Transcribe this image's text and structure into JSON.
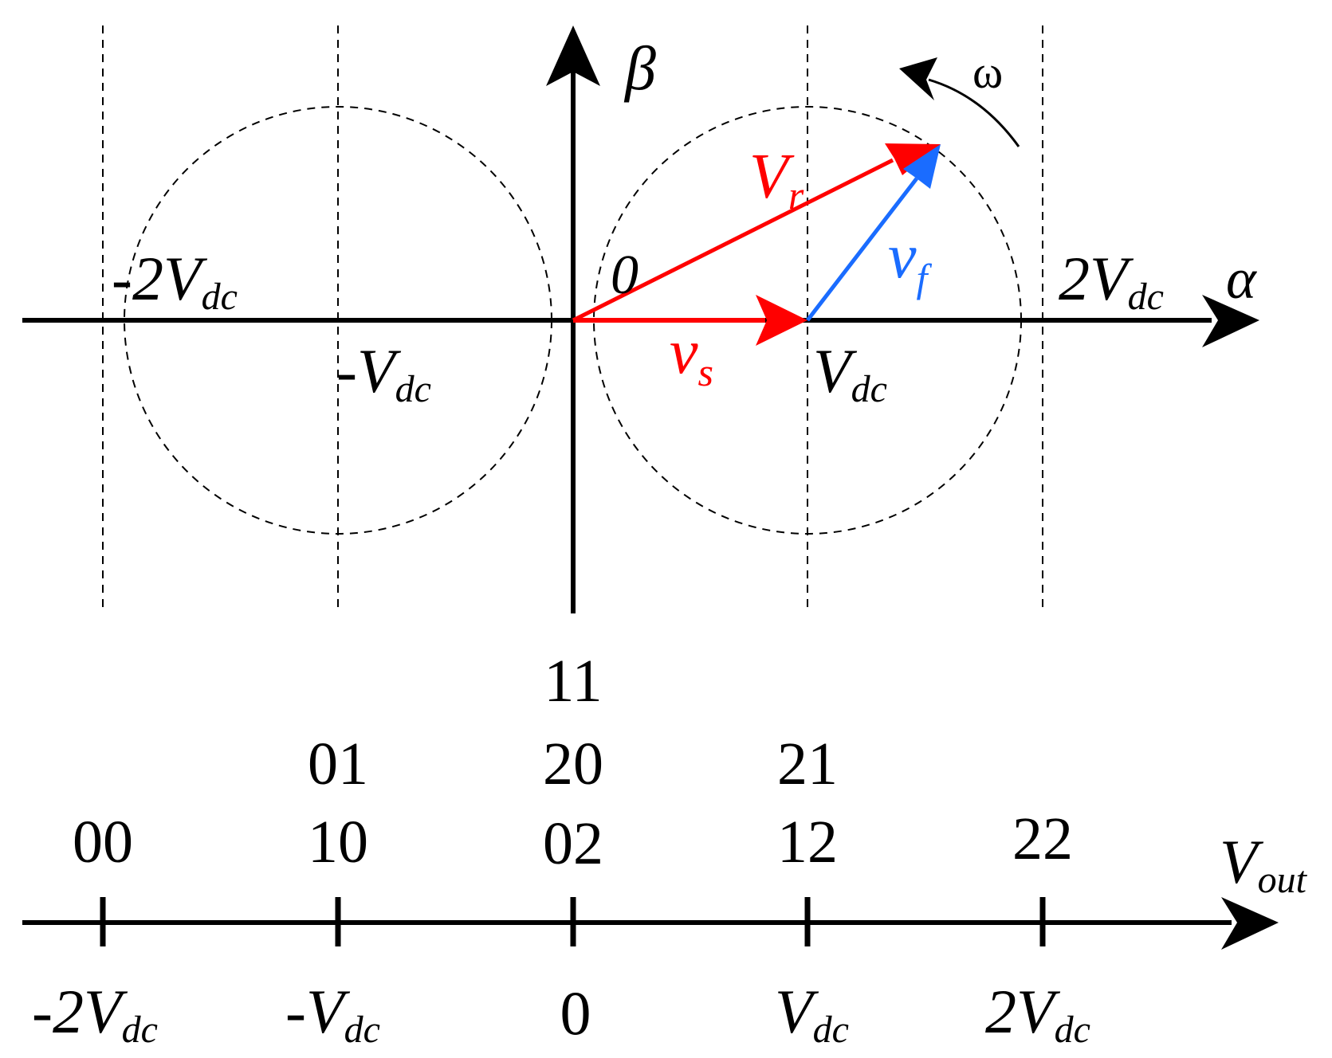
{
  "colors": {
    "axis": "#000000",
    "vs_vector": "#ff0000",
    "vr_vector": "#ff0000",
    "vf_vector": "#1a6cff",
    "dashed": "#000000"
  },
  "phasor": {
    "beta_label": "β",
    "alpha_label": "α",
    "omega_label": "ω",
    "origin_label": "0",
    "vr": {
      "main": "V",
      "sub": "r"
    },
    "vf": {
      "main": "v",
      "sub": "f"
    },
    "vs": {
      "main": "v",
      "sub": "s"
    },
    "ticks": {
      "neg2": {
        "prefix": "-2",
        "main": "V",
        "sub": "dc"
      },
      "neg1": {
        "prefix": "-",
        "main": "V",
        "sub": "dc"
      },
      "pos1": {
        "prefix": "",
        "main": "V",
        "sub": "dc"
      },
      "pos2": {
        "prefix": "2",
        "main": "V",
        "sub": "dc"
      }
    }
  },
  "states": {
    "col_neg2": [
      "00"
    ],
    "col_neg1": [
      "01",
      "10"
    ],
    "col_zero": [
      "11",
      "20",
      "02"
    ],
    "col_pos1": [
      "21",
      "12"
    ],
    "col_pos2": [
      "22"
    ]
  },
  "output_axis": {
    "label": {
      "main": "V",
      "sub": "out"
    },
    "ticks": {
      "neg2": {
        "prefix": "-2",
        "main": "V",
        "sub": "dc"
      },
      "neg1": {
        "prefix": "-",
        "main": "V",
        "sub": "dc"
      },
      "zero": "0",
      "pos1": {
        "prefix": "",
        "main": "V",
        "sub": "dc"
      },
      "pos2": {
        "prefix": "2",
        "main": "V",
        "sub": "dc"
      }
    }
  }
}
